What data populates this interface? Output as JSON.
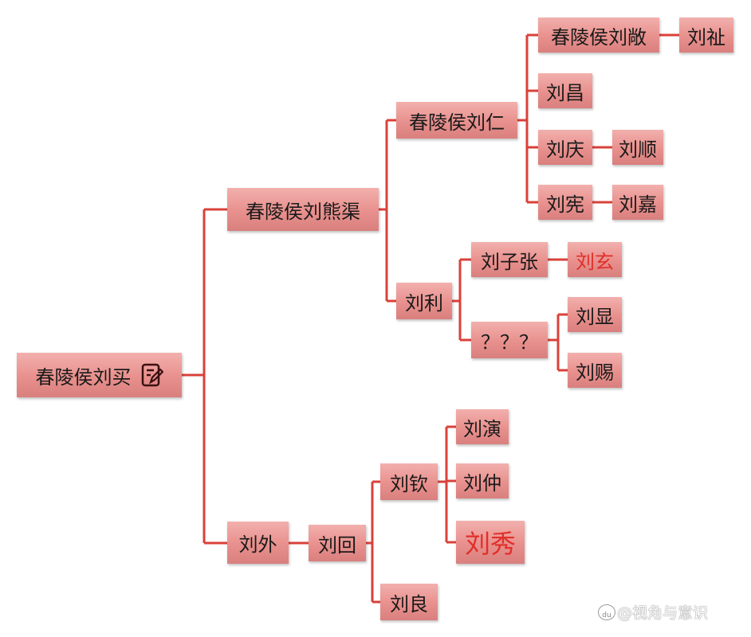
{
  "tree": {
    "root": "春陵侯刘买",
    "xiongqu": "春陵侯刘熊渠",
    "liuwai": "刘外",
    "liuren": "春陵侯刘仁",
    "liuli": "刘利",
    "liuchang_hou": "春陵侯刘敞",
    "liuzhi": "刘祉",
    "liuchang": "刘昌",
    "liuqing": "刘庆",
    "liushun": "刘顺",
    "liuxian": "刘宪",
    "liujia": "刘嘉",
    "liuzizhang": "刘子张",
    "liuxuan": "刘玄",
    "unknown": "？？？",
    "liuxian2": "刘显",
    "liuci": "刘赐",
    "liuhui": "刘回",
    "liuqin": "刘钦",
    "liuliang": "刘良",
    "liuyan": "刘演",
    "liuzhong": "刘仲",
    "liuxiu": "刘秀"
  },
  "watermark": {
    "text": "@视角与意识",
    "logo": "du"
  },
  "colors": {
    "line": "#d9413a",
    "highlight": "#e0302a"
  }
}
